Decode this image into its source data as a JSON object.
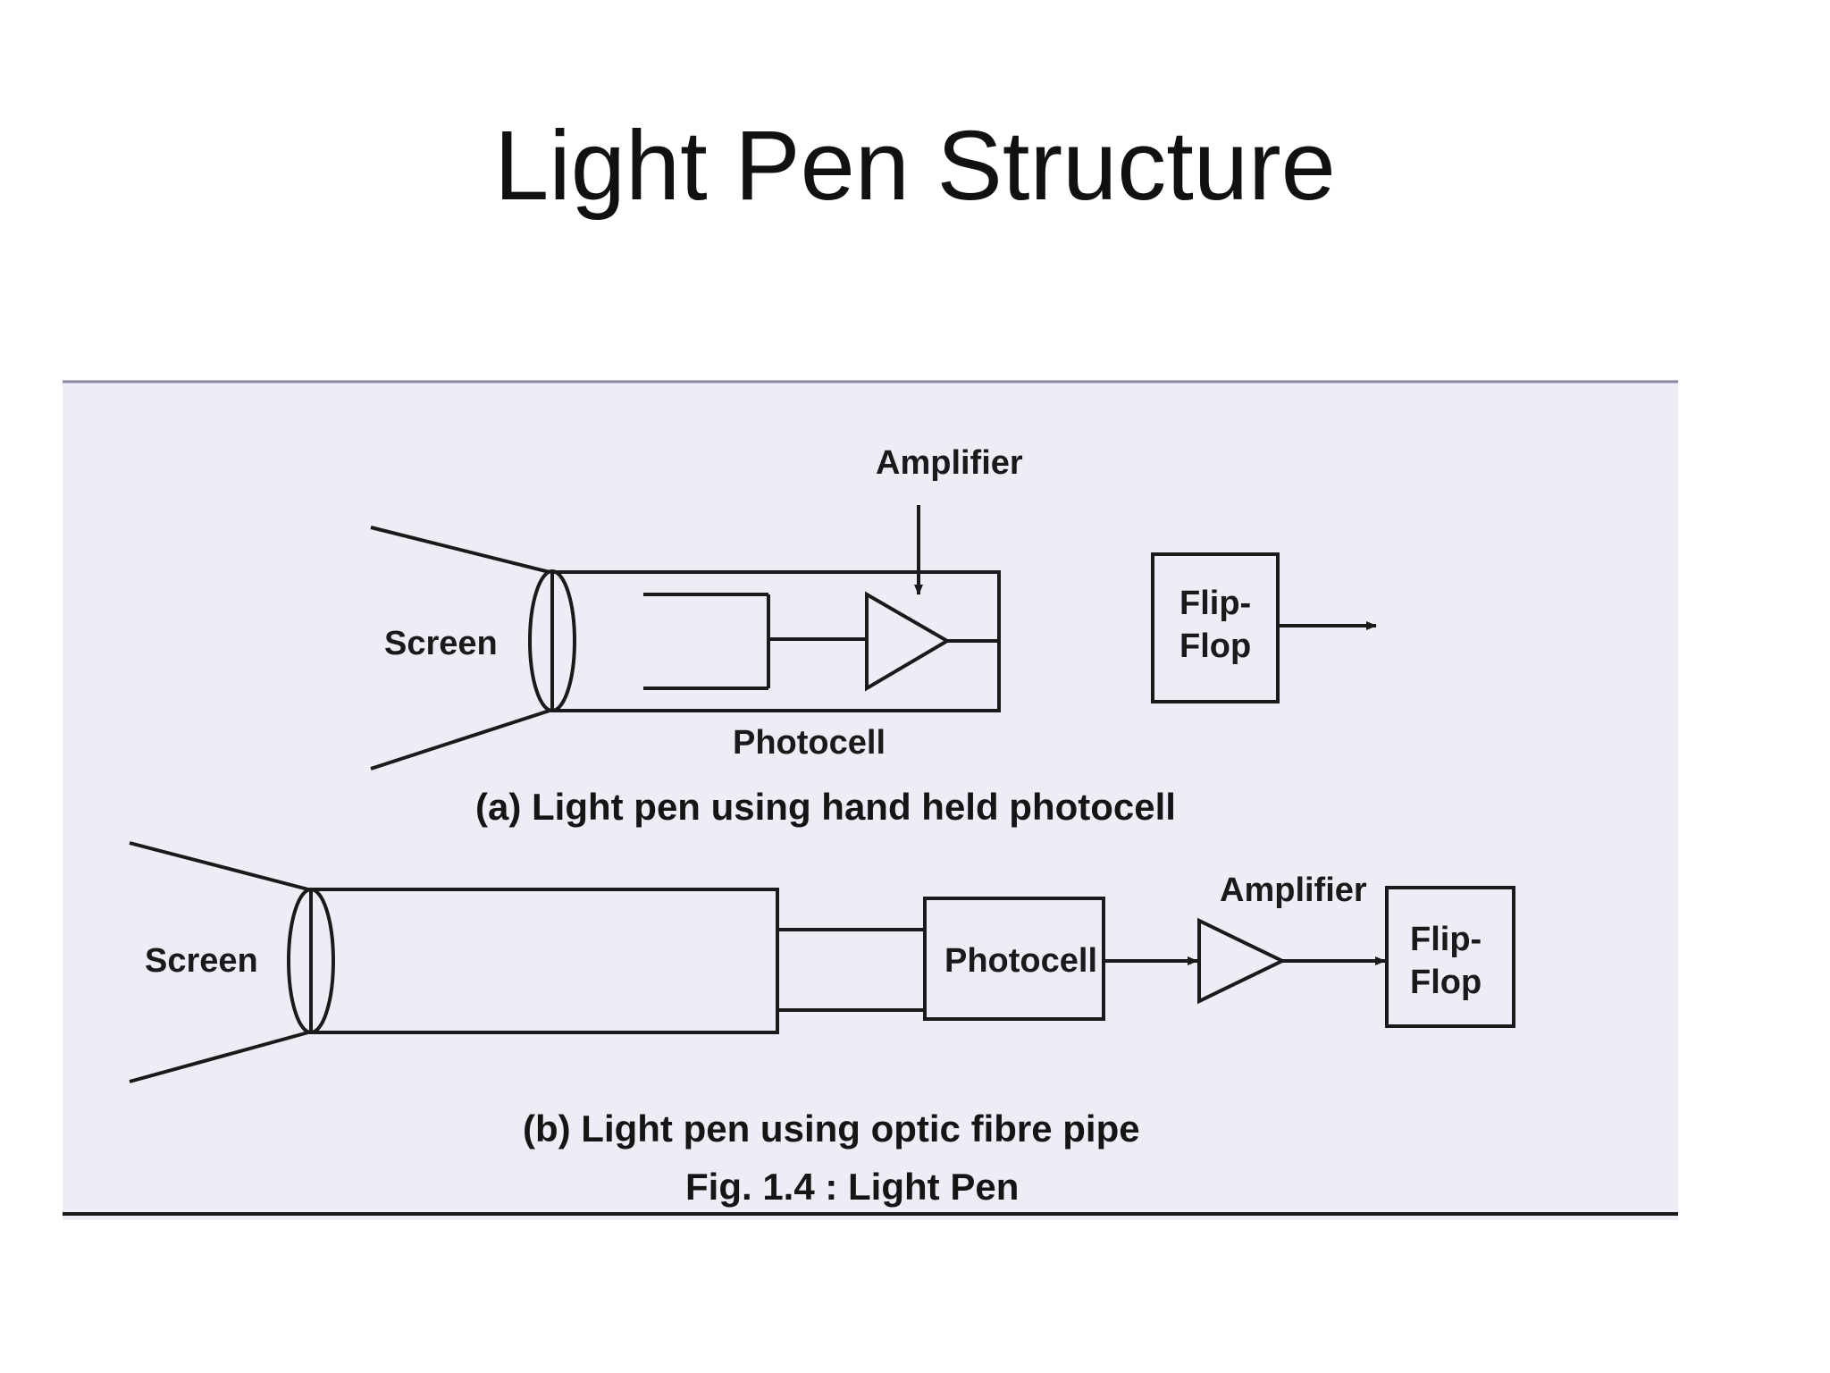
{
  "slide": {
    "title": "Light Pen Structure"
  },
  "figure": {
    "diagram_a": {
      "screen": "Screen",
      "amplifier": "Amplifier",
      "photocell": "Photocell",
      "flipflop_line1": "Flip-",
      "flipflop_line2": "Flop",
      "caption": "(a) Light pen using hand held photocell"
    },
    "diagram_b": {
      "screen": "Screen",
      "amplifier": "Amplifier",
      "photocell": "Photocell",
      "flipflop_line1": "Flip-",
      "flipflop_line2": "Flop",
      "caption": "(b) Light pen using optic fibre pipe"
    },
    "fig_caption": "Fig. 1.4 : Light Pen"
  }
}
